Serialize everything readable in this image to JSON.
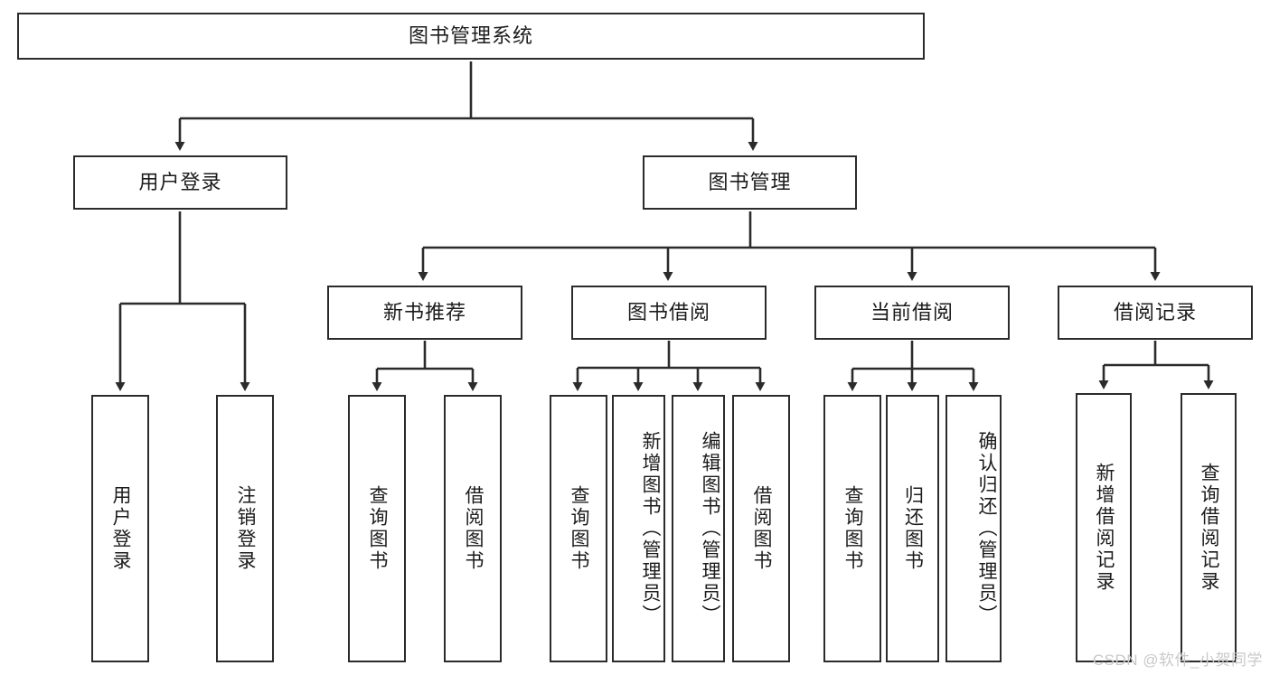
{
  "diagram": {
    "title": "图书管理系统",
    "watermark": "CSDN @软件_小贺同学",
    "colors": {
      "box_border": "#2b2b2b",
      "box_fill": "#ffffff",
      "edge": "#2b2b2b",
      "text": "#1c1c1c",
      "watermark": "#c9c9c9",
      "background": "#ffffff"
    },
    "root": {
      "label": "图书管理系统"
    },
    "level2": [
      {
        "label": "用户登录"
      },
      {
        "label": "图书管理"
      }
    ],
    "level3": [
      {
        "label": "新书推荐"
      },
      {
        "label": "图书借阅"
      },
      {
        "label": "当前借阅"
      },
      {
        "label": "借阅记录"
      }
    ],
    "leaves": {
      "user_login": [
        {
          "label": "用户登录"
        },
        {
          "label": "注销登录"
        }
      ],
      "new_book": [
        {
          "label": "查询图书"
        },
        {
          "label": "借阅图书"
        }
      ],
      "book_borrow": [
        {
          "label": "查询图书"
        },
        {
          "label": "新增图书（管理员）"
        },
        {
          "label": "编辑图书（管理员）"
        },
        {
          "label": "借阅图书"
        }
      ],
      "current_borrow": [
        {
          "label": "查询图书"
        },
        {
          "label": "归还图书"
        },
        {
          "label": "确认归还（管理员）"
        }
      ],
      "borrow_record": [
        {
          "label": "新增借阅记录"
        },
        {
          "label": "查询借阅记录"
        }
      ]
    }
  }
}
